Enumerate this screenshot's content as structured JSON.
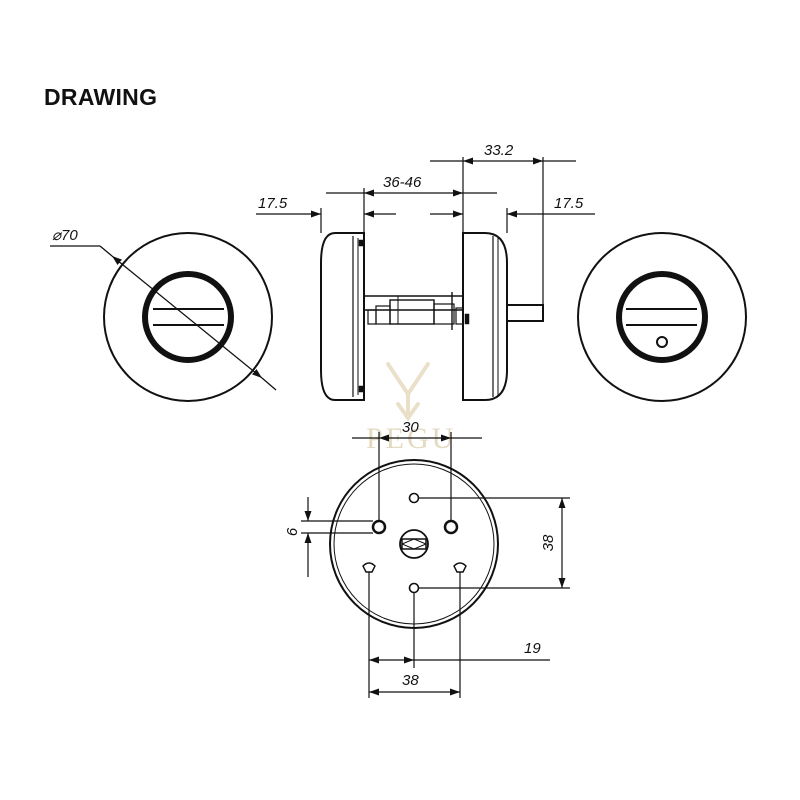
{
  "page": {
    "title": "DRAWING"
  },
  "dimensions": {
    "diameter": "⌀70",
    "depth_left": "17.5",
    "door_range": "36-46",
    "spindle": "33.2",
    "depth_right": "17.5",
    "hole_spacing": "30",
    "hole_size": "6",
    "vertical_spacing": "38",
    "center_offset": "19",
    "horizontal_spacing": "38"
  },
  "watermark": {
    "text": "PEGU"
  },
  "colors": {
    "line": "#111111",
    "watermark": "#d9c9a8",
    "background": "#ffffff"
  }
}
